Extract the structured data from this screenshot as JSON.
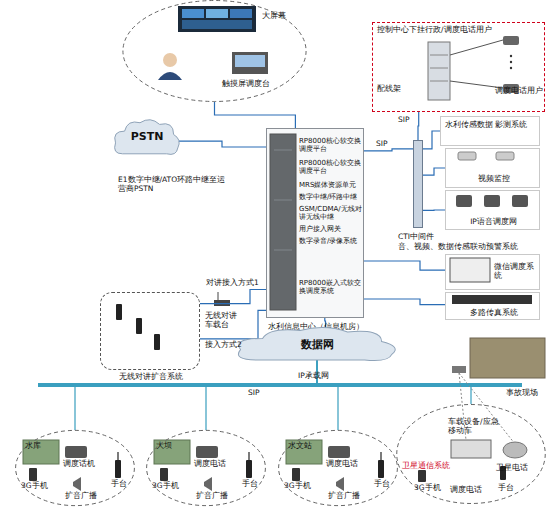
{
  "diagram": {
    "nodes": [
      {
        "text": [
          "大屏幕",
          "触摸屏调度台"
        ]
      },
      {
        "text": [
          "PSTN"
        ]
      },
      {
        "text": [
          "RP8000核心软交换调度平台",
          "RP8000核心软交换调度平台",
          "MRS媒体资源单元",
          "数字中继/环路中继",
          "GSM/CDMA/无线对讲无线中继",
          "用户接入网关",
          "数字录音/录像系统",
          "RP8000嵌入式软交换调度系统",
          "水利信息中心（信息机房）"
        ]
      },
      {
        "text": [
          "控制中心下挂行政/调度电话用户",
          "配线架",
          "调度电话用户"
        ]
      },
      {
        "text": [
          "水利传感数据 影测系统"
        ]
      },
      {
        "text": [
          "视频监控"
        ]
      },
      {
        "text": [
          "IP语音调度网"
        ]
      },
      {
        "text": [
          "CTI中间件"
        ]
      },
      {
        "text": [
          "微信调度系统"
        ]
      },
      {
        "text": [
          "多路传真系统"
        ]
      },
      {
        "text": [
          "无线对讲扩音系统"
        ]
      },
      {
        "text": [
          "数据网"
        ]
      },
      {
        "text": [
          "水库",
          "3G手机",
          "调度话机",
          "手台",
          "扩音广播"
        ]
      },
      {
        "text": [
          "大坝",
          "3G手机",
          "调度电话",
          "手台",
          "扩音广播"
        ]
      },
      {
        "text": [
          "水文站",
          "3G手机",
          "调度电话",
          "手台",
          "扩音广播"
        ]
      },
      {
        "text": [
          "卫星通信系统",
          "车载设备/应急移动车",
          "卫星电话",
          "3G手机",
          "调度电话",
          "手台"
        ]
      }
    ],
    "edges": [
      {
        "from": 0,
        "to": 2,
        "arrow": "none"
      },
      {
        "from": 1,
        "to": 2,
        "arrow": "none"
      },
      {
        "from": 2,
        "to": 7,
        "label": "SIP",
        "arrow": "none"
      },
      {
        "from": 7,
        "to": 3,
        "label": "SIP",
        "arrow": "none"
      },
      {
        "from": 7,
        "to": 4,
        "arrow": "none"
      },
      {
        "from": 7,
        "to": 5,
        "arrow": "none"
      },
      {
        "from": 7,
        "to": 6,
        "arrow": "none"
      },
      {
        "from": 2,
        "to": 8,
        "arrow": "none"
      },
      {
        "from": 2,
        "to": 9,
        "arrow": "none"
      },
      {
        "from": 2,
        "to": 10,
        "label": "对讲接入方式1",
        "arrow": "none"
      },
      {
        "from": 2,
        "to": 10,
        "label": "接入方式2",
        "arrow": "none"
      },
      {
        "from": 2,
        "to": 11,
        "arrow": "none"
      },
      {
        "from": 11,
        "to": 12,
        "arrow": "none"
      },
      {
        "from": 11,
        "to": 13,
        "arrow": "none"
      },
      {
        "from": 11,
        "to": 14,
        "arrow": "none"
      },
      {
        "from": 11,
        "to": 15,
        "arrow": "none"
      }
    ],
    "labels": [
      "E1数字中继/ATO环路中继至运营商PSTN",
      "音、视频、数据传感联动预警系统",
      "无线对讲 车载台",
      "IP承载网",
      "SIP",
      "事故现场"
    ]
  }
}
